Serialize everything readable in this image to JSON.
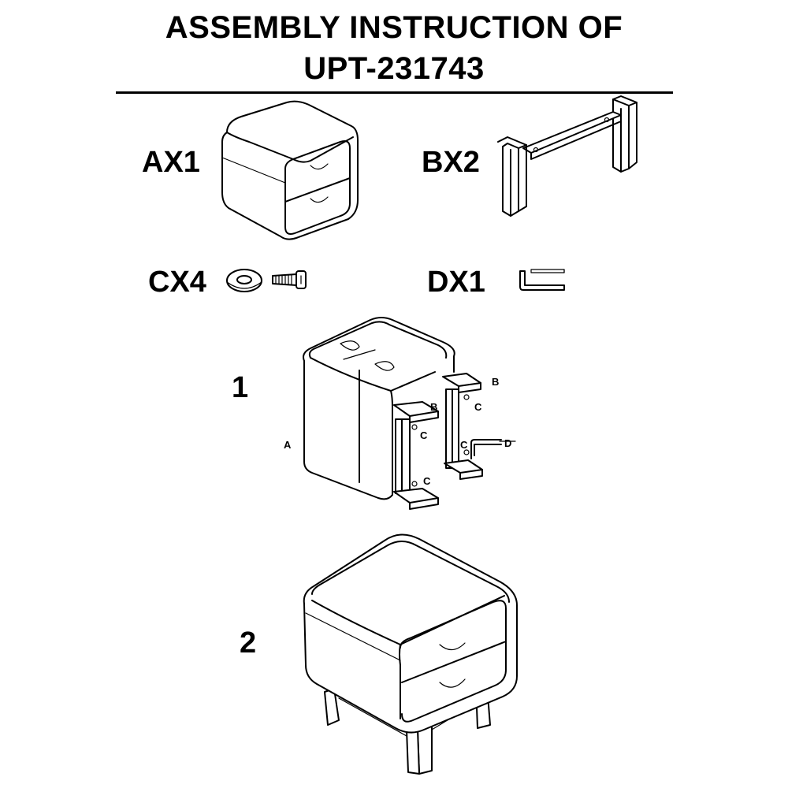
{
  "title": {
    "line1": "ASSEMBLY INSTRUCTION OF",
    "line2": "UPT-231743"
  },
  "parts": [
    {
      "label": "AX1",
      "icon": "cabinet-body-icon"
    },
    {
      "label": "BX2",
      "icon": "leg-frame-icon"
    },
    {
      "label": "CX4",
      "icon": "washer-bolt-icon"
    },
    {
      "label": "DX1",
      "icon": "allen-key-icon"
    }
  ],
  "steps": [
    {
      "number": "1",
      "callouts": {
        "a": "A",
        "b_top": "B",
        "b_mid": "B",
        "c1": "C",
        "c2": "C",
        "c3": "C",
        "c4": "C",
        "d": "D"
      }
    },
    {
      "number": "2"
    }
  ]
}
